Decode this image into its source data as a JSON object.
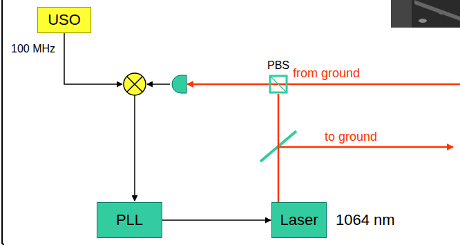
{
  "diagram": {
    "nodes": [
      {
        "text": [
          "USO"
        ]
      },
      {
        "text": [
          "PBS"
        ]
      },
      {
        "text": [
          "PLL"
        ]
      },
      {
        "text": [
          "Laser"
        ]
      }
    ],
    "edges": [
      {
        "from": 2,
        "to": 3,
        "arrow": "to"
      },
      {
        "from": 3,
        "to": 1,
        "arrow": "none"
      }
    ],
    "labels": [
      "100 MHz",
      "from ground",
      "to ground",
      "1064 nm"
    ]
  }
}
